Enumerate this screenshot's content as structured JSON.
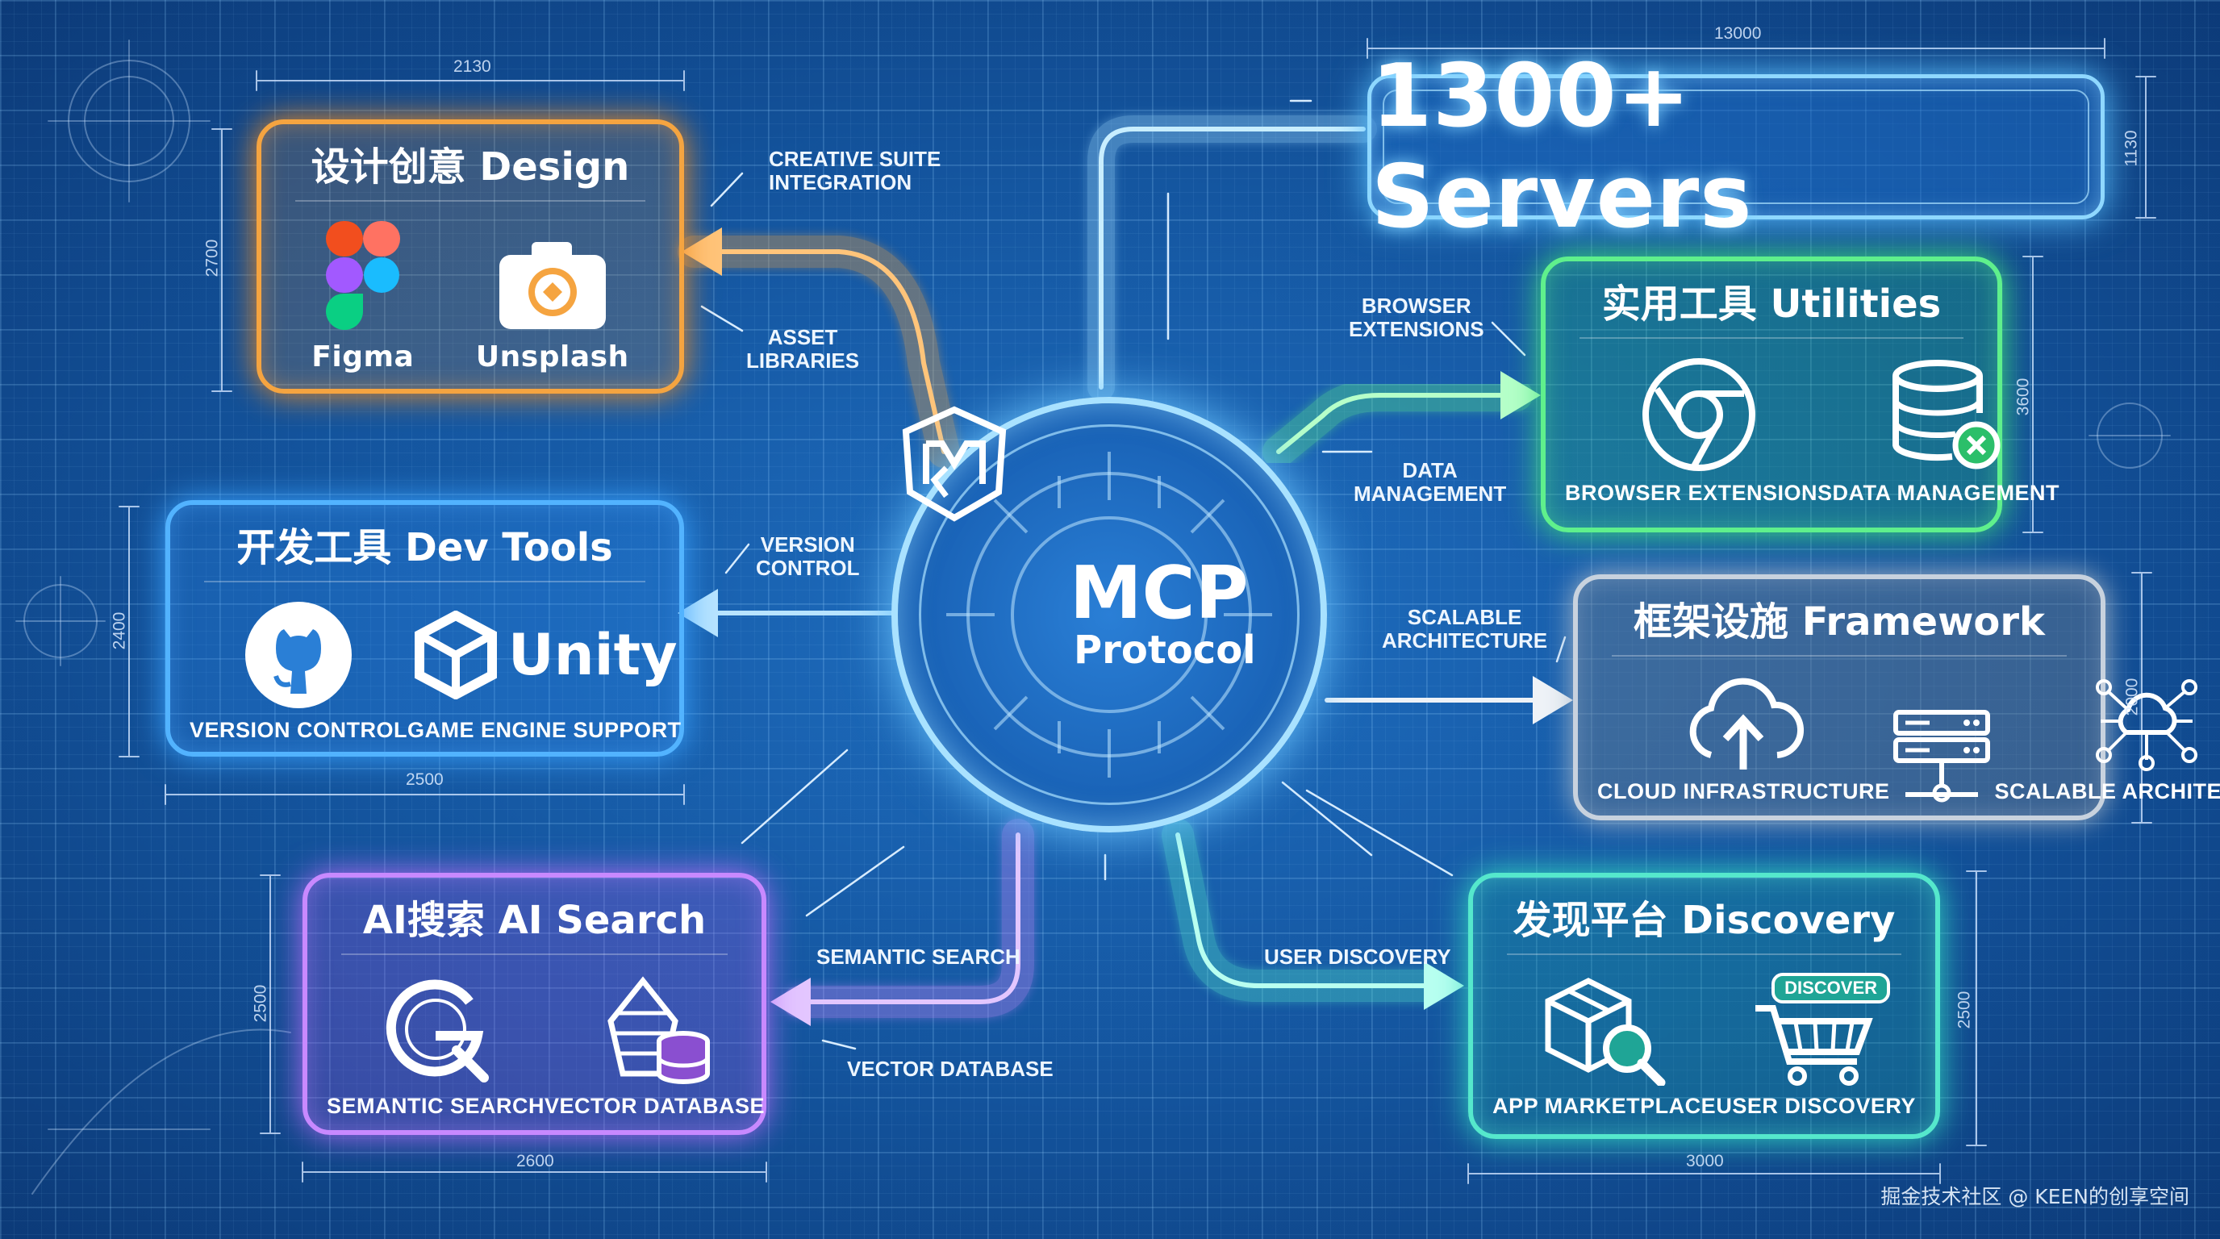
{
  "hub": {
    "title": "MCP",
    "subtitle": "Protocol"
  },
  "servers": {
    "label": "1300+ Servers"
  },
  "design": {
    "title": "设计创意 Design",
    "items": [
      "Figma",
      "Unsplash"
    ]
  },
  "devtools": {
    "title": "开发工具 Dev Tools",
    "items": [
      "VERSION CONTROL",
      "GAME ENGINE SUPPORT"
    ],
    "unity_label": "Unity"
  },
  "search": {
    "title": "AI搜索 AI Search",
    "items": [
      "SEMANTIC SEARCH",
      "VECTOR DATABASE"
    ]
  },
  "utilities": {
    "title": "实用工具 Utilities",
    "items": [
      "BROWSER EXTENSIONS",
      "DATA MANAGEMENT"
    ]
  },
  "framework": {
    "title": "框架设施 Framework",
    "items": [
      "CLOUD INFRASTRUCTURE",
      "SCALABLE ARCHITECTURE"
    ]
  },
  "discovery": {
    "title": "发现平台 Discovery",
    "items": [
      "APP MARKETPLACE",
      "USER DISCOVERY"
    ],
    "badge": "DISCOVER"
  },
  "annotations": {
    "creative_suite": "CREATIVE SUITE\nINTEGRATION",
    "asset_libraries": "ASSET\nLIBRARIES",
    "version_control": "VERSION\nCONTROL",
    "semantic_search": "SEMANTIC SEARCH",
    "vector_database": "VECTOR DATABASE",
    "browser_extensions": "BROWSER\nEXTENSIONS",
    "data_management": "DATA\nMANAGEMENT",
    "scalable_architecture": "SCALABLE\nARCHITECTURE",
    "user_discovery": "USER DISCOVERY"
  },
  "dimensions": {
    "d2130": "2130",
    "d2700": "2700",
    "d2400": "2400",
    "d2500a": "2500",
    "d2500b": "2500",
    "d2600": "2600",
    "d13000": "13000",
    "d1130": "1130",
    "d3600": "3600",
    "d2000": "2000",
    "d2500c": "2500",
    "d3000": "3000"
  },
  "watermark": "掘金技术社区 @ KEEN的创享空间",
  "colors": {
    "design": "#f5a440",
    "devtools": "#52b3ff",
    "search": "#c889ff",
    "utilities": "#5ff08c",
    "framework": "#c8d2de",
    "discovery": "#55e8cc",
    "hub": "#a9e2ff"
  }
}
